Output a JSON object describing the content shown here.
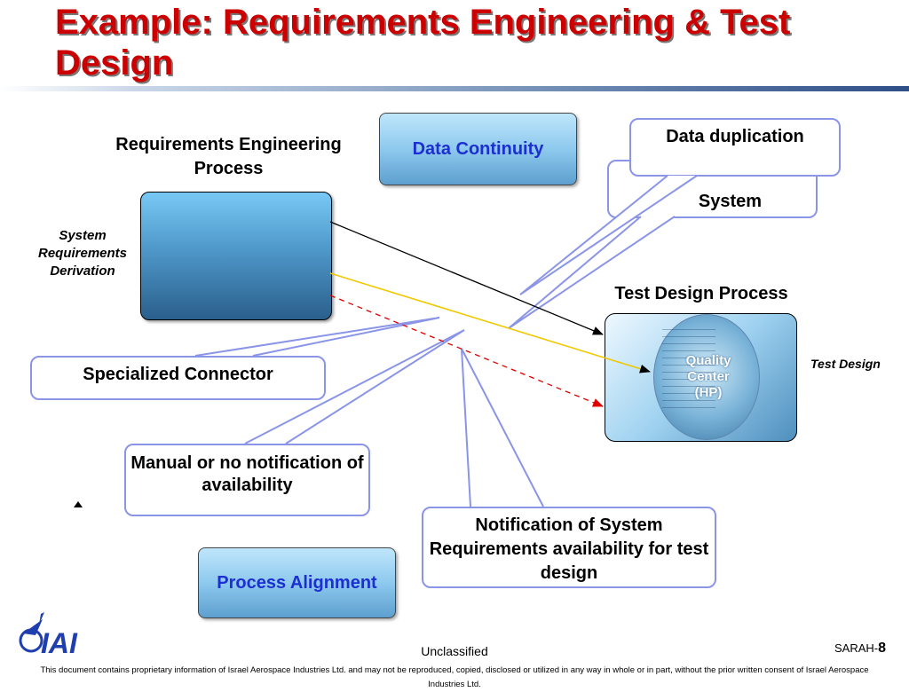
{
  "title": "Example: Requirements Engineering & Test Design",
  "req_process_label": "Requirements Engineering Process",
  "system_req_derivation": "System Requirements Derivation",
  "test_design_process_label": "Test Design Process",
  "test_design_side": "Test Design",
  "qc_label": "Quality Center (HP)",
  "data_continuity": "Data Continuity",
  "process_alignment": "Process Alignment",
  "callouts": {
    "data_duplication": "Data duplication",
    "system_requirements": "System Requirements",
    "specialized_connector": "Specialized Connector",
    "manual_notification": "Manual or no notification of availability",
    "notification_availability": "Notification of System Requirements availability for test design"
  },
  "footer": {
    "classification": "Unclassified",
    "slide_prefix": "SARAH-",
    "slide_number": "8",
    "logo_text": "IAI",
    "legal": "This document contains proprietary information of Israel Aerospace Industries Ltd. and may not be reproduced, copied, disclosed or utilized in any way in whole or in part, without the prior written consent of Israel Aerospace Industries Ltd."
  },
  "colors": {
    "title": "#cc0000",
    "accent_text": "#1c2fd0",
    "callout_border": "#8a95e8",
    "yellow_line": "#f0c800",
    "red_dashed": "#e00000"
  }
}
